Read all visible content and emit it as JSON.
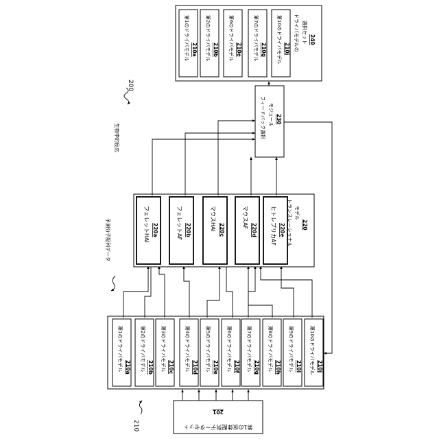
{
  "figure_number": "200",
  "labels": {
    "label_210": "210",
    "input_box": {
      "title": "第1の抗体配列データセット",
      "ref": "201"
    },
    "drive_models_left": [
      {
        "title": "第1のドライバモデル",
        "ref": "210a"
      },
      {
        "title": "第2のドライバモデル",
        "ref": "210b"
      },
      {
        "title": "第3のドライバモデル",
        "ref": "210c"
      },
      {
        "title": "第4のドライバモデル",
        "ref": "210d"
      },
      {
        "title": "第5のドライバモデル",
        "ref": "210e"
      },
      {
        "title": "第6のドライバモデル",
        "ref": "210f"
      },
      {
        "title": "第7のドライバモデル",
        "ref": "210g"
      },
      {
        "title": "第8のドライバモデル",
        "ref": "210h"
      },
      {
        "title": "第9のドライバモデル",
        "ref": "210i"
      },
      {
        "title": "第10のドライバモデル",
        "ref": "210j"
      }
    ],
    "annotation_predicted": "予測分子配列データ",
    "prediction_models": [
      {
        "title": "フェレットHAI",
        "ref": "220a"
      },
      {
        "title": "フェレットAF",
        "ref": "220b"
      },
      {
        "title": "マウスHAI",
        "ref": "220c"
      },
      {
        "title": "マウスAF",
        "ref": "220d"
      },
      {
        "title": "ヒトレプリカAF",
        "ref": "220e"
      }
    ],
    "translational_model": {
      "title1": "トランスレーショナル",
      "title2": "モデル",
      "ref": "220"
    },
    "annotation_bio": "生物学的反応",
    "feedback_module": {
      "title1": "フィードバック選択",
      "title2": "モジュール",
      "ref": "230"
    },
    "drive_models_right": [
      {
        "title": "第1のドライバモデル",
        "ref": "210a"
      },
      {
        "title": "第2のドライバモデル",
        "ref": "210b"
      },
      {
        "title": "第6のドライバモデル",
        "ref": "210e"
      },
      {
        "title": "第7のドライバモデル",
        "ref": "210g"
      },
      {
        "title": "第10のドライバモデル",
        "ref": "210j"
      }
    ],
    "selection_set": {
      "title1": "ドライバモデルの",
      "title2": "選択セット",
      "ref": "240"
    }
  }
}
